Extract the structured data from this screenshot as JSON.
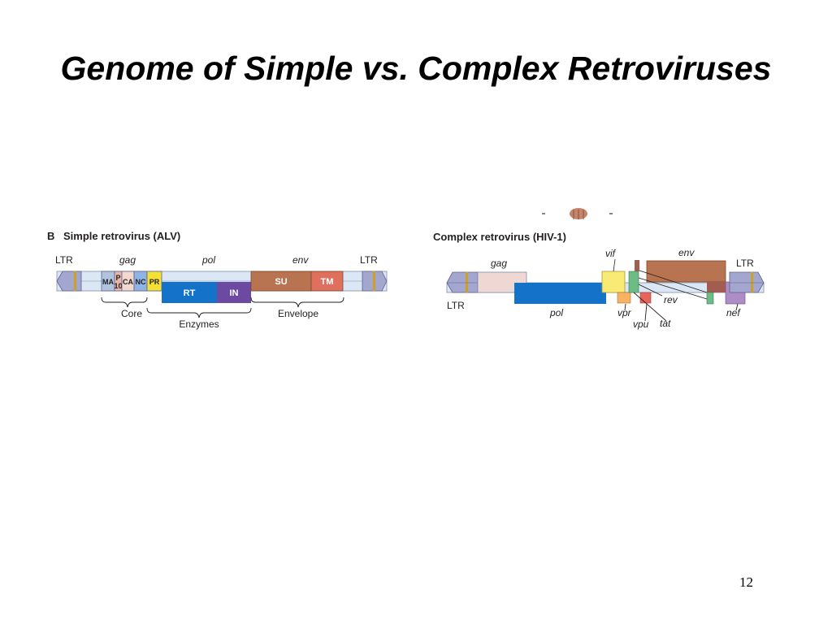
{
  "slide": {
    "title": "Genome of Simple vs. Complex Retroviruses",
    "page_number": "12"
  },
  "simple": {
    "panel_letter": "B",
    "heading": "Simple retrovirus (ALV)",
    "ltr_left": "LTR",
    "ltr_right": "LTR",
    "gag": "gag",
    "pol": "pol",
    "env": "env",
    "segments": {
      "ma": "MA",
      "p10_top": "P",
      "p10_bottom": "10",
      "ca": "CA",
      "nc": "NC",
      "pr": "PR",
      "rt": "RT",
      "in": "IN",
      "su": "SU",
      "tm": "TM"
    },
    "groups": {
      "core": "Core",
      "enzymes": "Enzymes",
      "envelope": "Envelope"
    }
  },
  "complex": {
    "heading": "Complex retrovirus (HIV-1)",
    "ltr_left": "LTR",
    "ltr_right": "LTR",
    "gag": "gag",
    "pol": "pol",
    "env": "env",
    "vif": "vif",
    "vpr": "vpr",
    "vpu": "vpu",
    "tat": "tat",
    "rev": "rev",
    "nef": "nef"
  },
  "colors": {
    "ltr": "#a3a6cf",
    "ltr_band": "#c9a227",
    "genome_line": "#dbe7f4",
    "ma": "#b0c4de",
    "p10": "#e7b8a8",
    "ca": "#f2d8cd",
    "nc": "#8fb3e3",
    "pr": "#f5e136",
    "rt": "#1572c9",
    "in": "#6d4aa2",
    "su": "#b87450",
    "tm": "#e0705e",
    "gag_hiv": "#efd7d3",
    "vif": "#f8ea75",
    "vpr": "#f6b365",
    "vpu": "#e8655a",
    "tat_rev": "#6dbb85",
    "nef": "#ae8cc5",
    "env_dark": "#a35d50"
  }
}
